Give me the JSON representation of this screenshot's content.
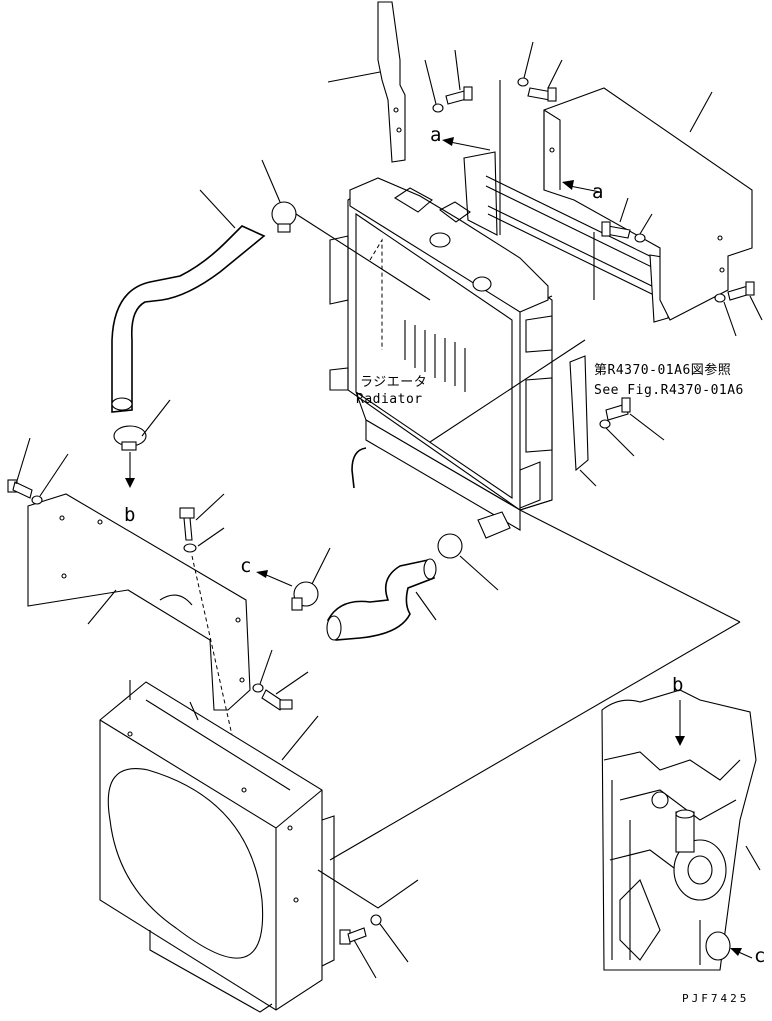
{
  "labels": {
    "radiator_jp": "ラジエータ",
    "radiator_en": "Radiator",
    "ref_jp": "第R4370-01A6図参照",
    "ref_en": "See Fig.R4370-01A6",
    "arrow_a1": "a",
    "arrow_a2": "a",
    "arrow_b1": "b",
    "arrow_b2": "b",
    "arrow_c1": "c",
    "arrow_c2": "c",
    "drawing_code": "PJF7425"
  }
}
